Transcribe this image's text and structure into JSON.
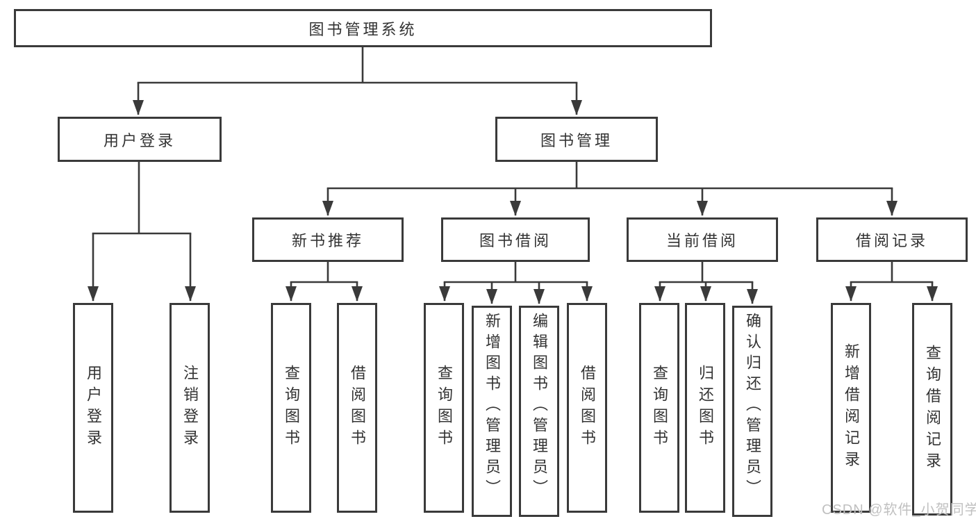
{
  "colors": {
    "line": "#3a3a3a",
    "box_border": "#3a3a3a",
    "text": "#333333",
    "background": "#ffffff",
    "watermark": "#c0c0c0"
  },
  "diagram": {
    "root": {
      "label": "图书管理系统"
    },
    "level2": [
      {
        "label": "用户登录"
      },
      {
        "label": "图书管理"
      }
    ],
    "level3": [
      {
        "label": "新书推荐"
      },
      {
        "label": "图书借阅"
      },
      {
        "label": "当前借阅"
      },
      {
        "label": "借阅记录"
      }
    ],
    "leaves": [
      {
        "label": "用户登录"
      },
      {
        "label": "注销登录"
      },
      {
        "label": "查询图书"
      },
      {
        "label": "借阅图书"
      },
      {
        "label": "查询图书"
      },
      {
        "label": "新增图书（管理员）"
      },
      {
        "label": "编辑图书（管理员）"
      },
      {
        "label": "借阅图书"
      },
      {
        "label": "查询图书"
      },
      {
        "label": "归还图书"
      },
      {
        "label": "确认归还（管理员）"
      },
      {
        "label": "新增借阅记录"
      },
      {
        "label": "查询借阅记录"
      }
    ],
    "watermark": "CSDN @软件_小贺同学"
  }
}
